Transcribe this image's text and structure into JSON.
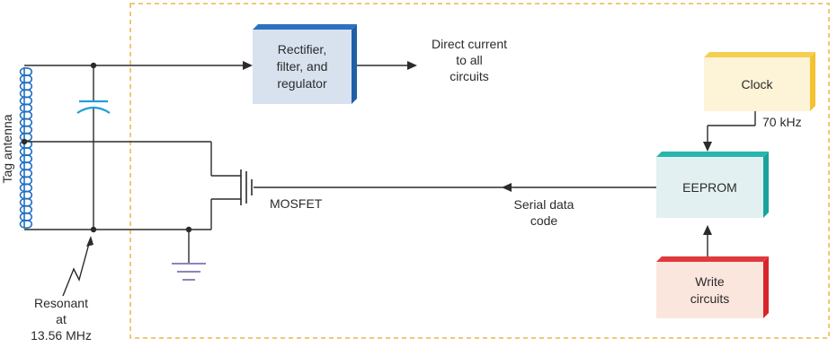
{
  "blocks": {
    "rectifier": "Rectifier,\nfilter, and\nregulator",
    "clock": "Clock",
    "eeprom": "EEPROM",
    "write": "Write\ncircuits"
  },
  "labels": {
    "dc_output": "Direct current\nto all\ncircuits",
    "clock_freq": "70 kHz",
    "serial": "Serial data\ncode",
    "mosfet": "MOSFET",
    "antenna": "Tag antenna",
    "resonant": "Resonant\nat\n13.56 MHz"
  },
  "colors": {
    "dashed_border": "#e8b84a",
    "rectifier_fill": "#d8e2ef",
    "rectifier_edge": "#1f5fa8",
    "clock_fill": "#fdf3d6",
    "clock_edge": "#f2c230",
    "eeprom_fill": "#e3f0f1",
    "eeprom_edge": "#1aa39c",
    "write_fill": "#fbe6de",
    "write_edge": "#d6262c",
    "antenna_coil": "#1f6fbf",
    "capacitor": "#1e9fd8",
    "ground": "#6a5aa8"
  }
}
